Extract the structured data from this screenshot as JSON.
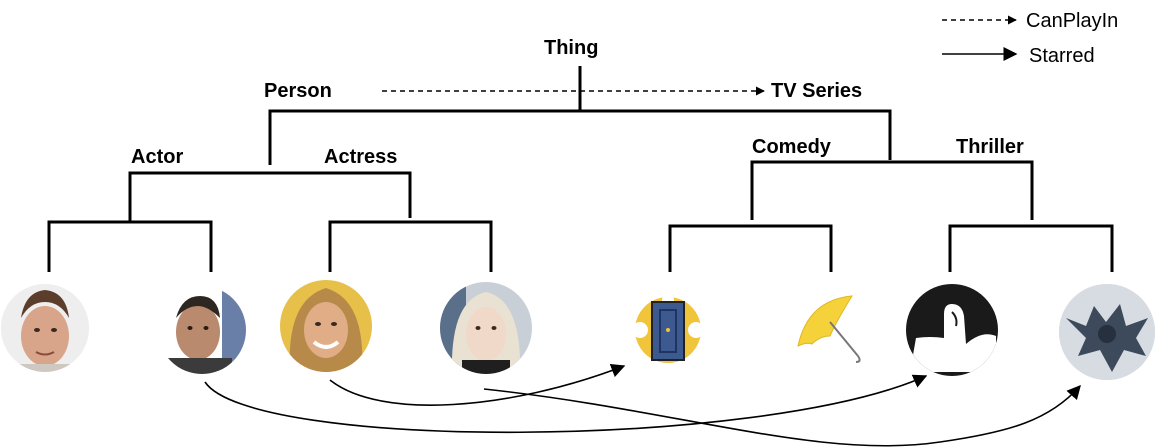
{
  "legend": {
    "can_play_in": "CanPlayIn",
    "starred": "Starred"
  },
  "nodes": {
    "thing": "Thing",
    "person": "Person",
    "tv_series": "TV Series",
    "actor": "Actor",
    "actress": "Actress",
    "comedy": "Comedy",
    "thriller": "Thriller"
  },
  "images": {
    "actor_1": "man-portrait",
    "actor_2": "man-portrait",
    "actress_1": "woman-portrait",
    "actress_2": "woman-portrait",
    "comedy_1": "yellow-door-frame",
    "comedy_2": "yellow-umbrella",
    "thriller_1": "swan-logo",
    "thriller_2": "dragon-logo"
  },
  "edges": {
    "can_play_in": [
      [
        "person",
        "tv_series"
      ]
    ],
    "starred": [
      [
        "actor_2",
        "thriller_1"
      ],
      [
        "actress_1",
        "comedy_1"
      ],
      [
        "actress_2",
        "thriller_2"
      ]
    ]
  }
}
